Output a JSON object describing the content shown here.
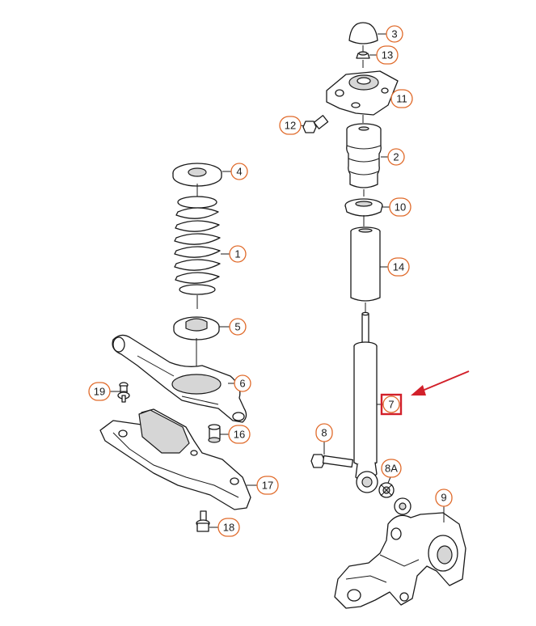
{
  "callouts": {
    "c1": "1",
    "c2": "2",
    "c3": "3",
    "c4": "4",
    "c5": "5",
    "c6": "6",
    "c7": "7",
    "c8": "8",
    "c8a": "8A",
    "c9": "9",
    "c10": "10",
    "c11": "11",
    "c12": "12",
    "c13": "13",
    "c14": "14",
    "c16": "16",
    "c17": "17",
    "c18": "18",
    "c19": "19"
  },
  "highlight": {
    "part": "7",
    "color": "#d2202a"
  },
  "colors": {
    "callout_border": "#e06a2a",
    "line": "#1a1a1a",
    "highlight": "#d2202a"
  }
}
